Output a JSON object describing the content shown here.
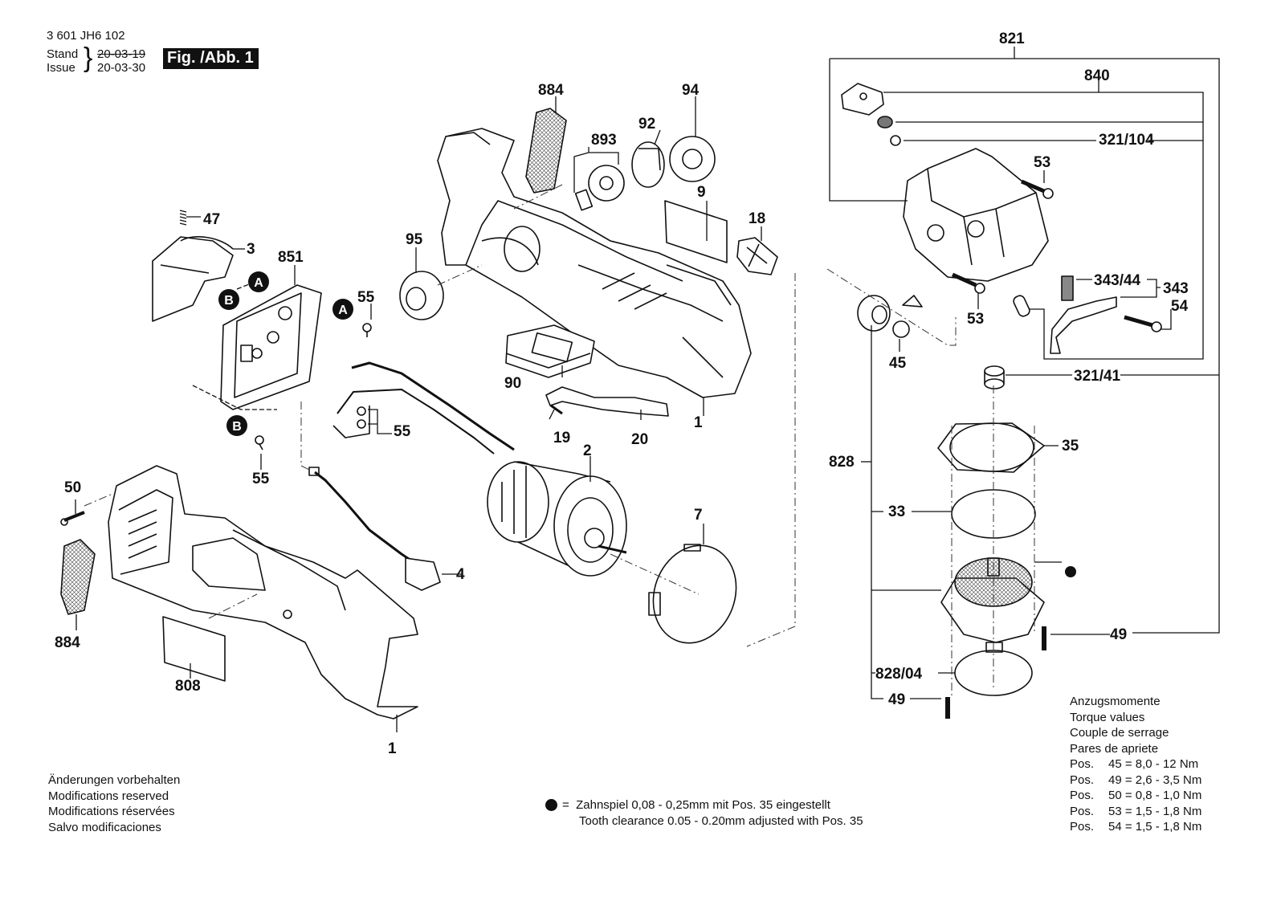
{
  "header": {
    "doc_number": "3 601 JH6 102",
    "stand_label": "Stand",
    "issue_label": "Issue",
    "stand_date_struck": "20-03-19",
    "issue_date": "20-03-30",
    "figure_badge": "Fig. /Abb. 1"
  },
  "callouts": {
    "c884a": "884",
    "c94": "94",
    "c92": "92",
    "c893": "893",
    "c9": "9",
    "c18": "18",
    "c95": "95",
    "c47": "47",
    "c3": "3",
    "c851": "851",
    "c55a": "55",
    "c55b": "55",
    "c55c": "55",
    "c90": "90",
    "c19": "19",
    "c20": "20",
    "c1a": "1",
    "c2": "2",
    "c50": "50",
    "c884b": "884",
    "c4": "4",
    "c7": "7",
    "c808": "808",
    "c1b": "1",
    "c821": "821",
    "c840": "840",
    "c321_104": "321/104",
    "c53a": "53",
    "c53b": "53",
    "c343_44": "343/44",
    "c343": "343",
    "c54": "54",
    "c45": "45",
    "c321_41": "321/41",
    "c828": "828",
    "c35": "35",
    "c33": "33",
    "c49a": "49",
    "c828_04": "828/04",
    "c49b": "49",
    "markerA1": "A",
    "markerA2": "A",
    "markerB1": "B",
    "markerB2": "B"
  },
  "modifications_note": [
    "Änderungen vorbehalten",
    "Modifications reserved",
    "Modifications réservées",
    "Salvo modificaciones"
  ],
  "tooth_clearance_note": {
    "symbol": "=",
    "line_de": "Zahnspiel 0,08 - 0,25mm mit Pos. 35 eingestellt",
    "line_en": "Tooth clearance 0.05 - 0.20mm adjusted with Pos. 35"
  },
  "torque_table": {
    "titles": [
      "Anzugsmomente",
      "Torque values",
      "Couple de serrage",
      "Pares de apriete"
    ],
    "rows": [
      {
        "prefix": "Pos.",
        "pos": "45",
        "value": "= 8,0 - 12  Nm"
      },
      {
        "prefix": "Pos.",
        "pos": "49",
        "value": "= 2,6 - 3,5 Nm"
      },
      {
        "prefix": "Pos.",
        "pos": "50",
        "value": "= 0,8 - 1,0 Nm"
      },
      {
        "prefix": "Pos.",
        "pos": "53",
        "value": "= 1,5 - 1,8 Nm"
      },
      {
        "prefix": "Pos.",
        "pos": "54",
        "value": "= 1,5 - 1,8 Nm"
      }
    ]
  }
}
